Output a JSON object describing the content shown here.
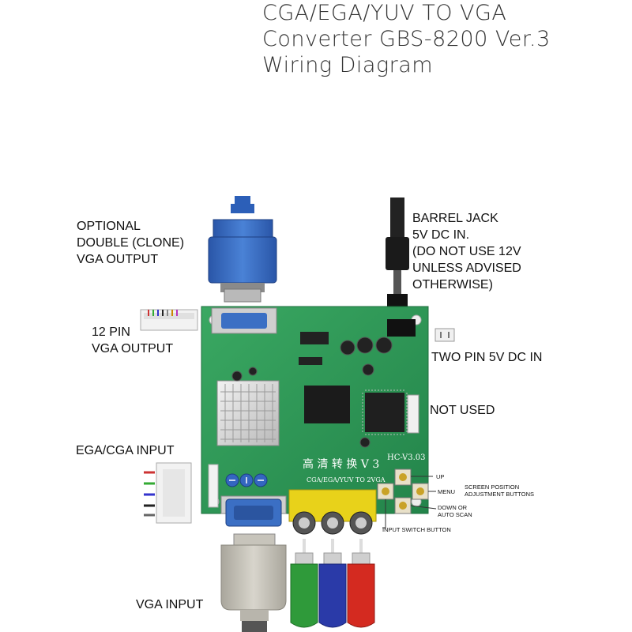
{
  "title": {
    "line1": "CGA/EGA/YUV TO VGA",
    "line2": "Converter GBS-8200 Ver.3",
    "line3": "Wiring Diagram"
  },
  "labels": {
    "optional_vga": [
      "OPTIONAL",
      "DOUBLE (CLONE)",
      "VGA OUTPUT"
    ],
    "barrel_jack": [
      "BARREL JACK",
      "5V DC IN.",
      "(DO NOT USE 12V",
      "UNLESS ADVISED",
      "OTHERWISE)"
    ],
    "twelve_pin": [
      "12 PIN",
      "VGA OUTPUT"
    ],
    "two_pin": "TWO PIN 5V DC IN",
    "not_used": "NOT USED",
    "ega_cga_input": "EGA/CGA INPUT",
    "vga_input": "VGA INPUT",
    "up": "UP",
    "menu": "MENU",
    "screen_position": [
      "SCREEN POSITION",
      "ADJUSTMENT BUTTONS"
    ],
    "down": [
      "DOWN OR",
      "AUTO SCAN"
    ],
    "input_switch": "INPUT SWITCH BUTTON"
  },
  "board": {
    "model_text": "HC-V3.03",
    "product_text": "CGA/EGA/YUV TO 2VGA"
  },
  "colors": {
    "pcb_green": "#2f9a55",
    "vga_blue": "#3b6fc4",
    "rca_yellow": "#e8d21a",
    "rca_green": "#2f9a3a",
    "rca_blue": "#2a3aa8",
    "rca_red": "#d42a20"
  }
}
